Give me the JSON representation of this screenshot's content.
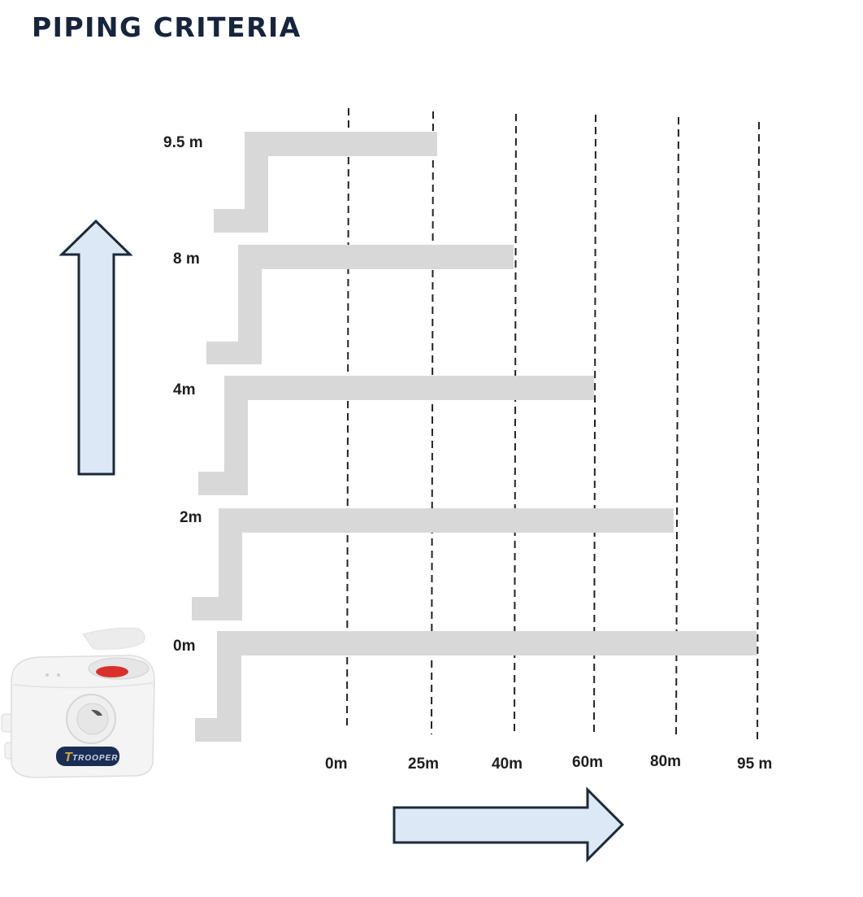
{
  "title": "PIPING CRITERIA",
  "colors": {
    "title": "#16243d",
    "pipe": "#d8d8d8",
    "arrow_fill": "#dce8f5",
    "arrow_stroke": "#1a2a38",
    "dash": "#222222"
  },
  "height_labels": [
    "9.5 m",
    "8 m",
    "4m",
    "2m",
    "0m"
  ],
  "distance_labels": [
    "0m",
    "25m",
    "40m",
    "60m",
    "80m",
    "95 m"
  ],
  "pipes": [
    {
      "height": "9.5 m",
      "max_distance": "25m"
    },
    {
      "height": "8 m",
      "max_distance": "40m"
    },
    {
      "height": "4m",
      "max_distance": "60m"
    },
    {
      "height": "2m",
      "max_distance": "80m"
    },
    {
      "height": "0m",
      "max_distance": "95 m"
    }
  ],
  "pump": {
    "brand": "TROOPER",
    "icon": "macerator-pump-image"
  },
  "arrows": {
    "vertical": "up-arrow-icon",
    "horizontal": "right-arrow-icon"
  }
}
